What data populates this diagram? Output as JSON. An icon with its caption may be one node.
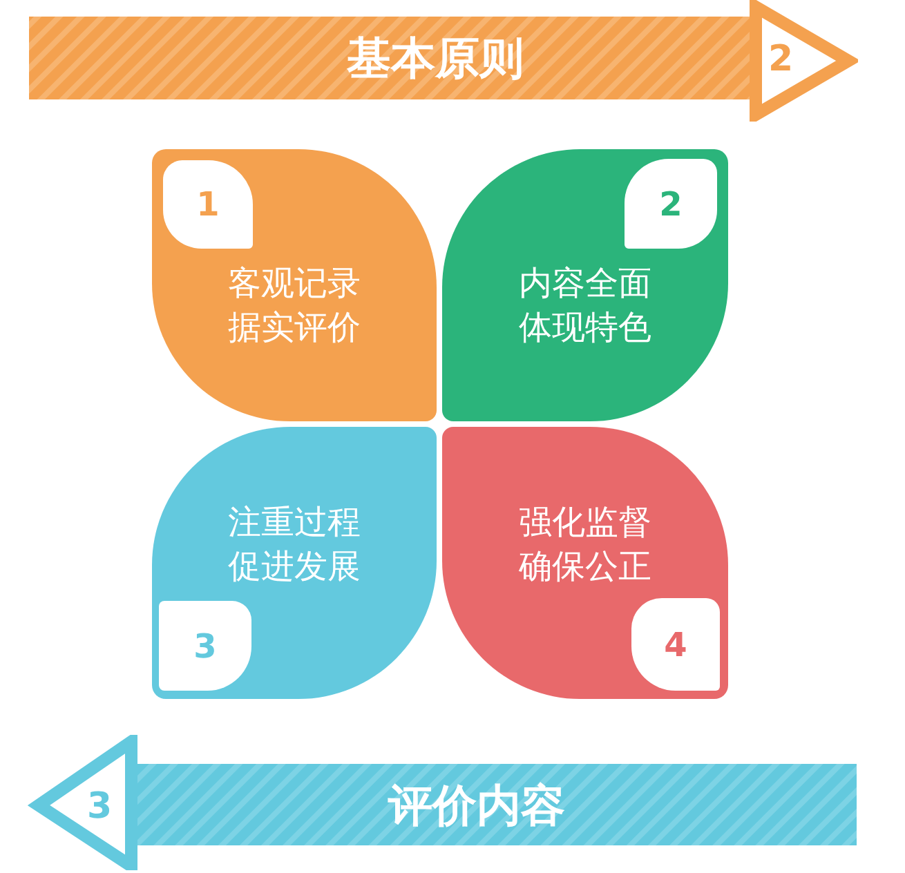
{
  "diagram": {
    "nodes": [
      {
        "text": [
          "基本原则",
          "2"
        ]
      },
      {
        "text": [
          "客观记录据实评价"
        ]
      },
      {
        "text": [
          "1"
        ],
        "in": 1
      },
      {
        "text": [
          "内容全面体现特色"
        ]
      },
      {
        "text": [
          "2"
        ],
        "in": 3
      },
      {
        "text": [
          "注重过程促进发展"
        ]
      },
      {
        "text": [
          "3"
        ],
        "in": 5
      },
      {
        "text": [
          "强化监督确保公正"
        ]
      },
      {
        "text": [
          "4"
        ],
        "in": 7
      },
      {
        "text": [
          "3",
          "评价内容"
        ]
      }
    ]
  }
}
